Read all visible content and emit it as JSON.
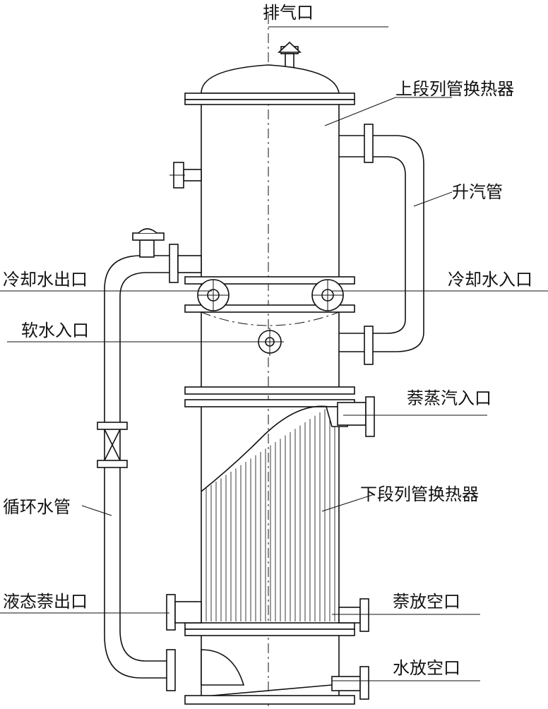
{
  "labels": {
    "vent": "排气口",
    "upper_exchanger": "上段列管换热器",
    "riser": "升汽管",
    "cooling_out": "冷却水出口",
    "cooling_in": "冷却水入口",
    "soft_water_in": "软水入口",
    "steam_in": "萘蒸汽入口",
    "lower_exchanger": "下段列管换热器",
    "circulation_pipe": "循环水管",
    "liquid_out": "液态萘出口",
    "naph_drain": "萘放空口",
    "water_drain": "水放空口"
  }
}
